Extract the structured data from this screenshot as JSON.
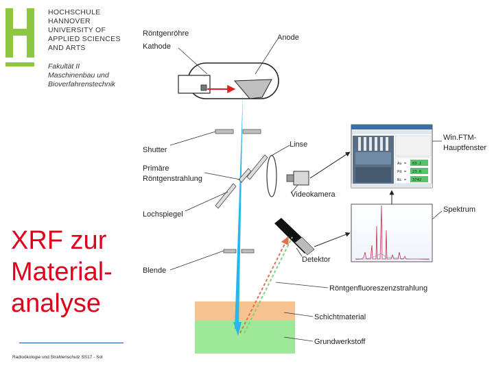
{
  "university": {
    "lines": [
      "HOCHSCHULE",
      "HANNOVER",
      "UNIVERSITY OF",
      "APPLIED SCIENCES",
      "AND ARTS"
    ],
    "faculty_lines": [
      "Fakultät II",
      "Maschinenbau und",
      "Bioverfahrenstechnik"
    ],
    "brand_color": "#8dc63f"
  },
  "slide": {
    "title_lines": [
      "XRF zur",
      "Material-",
      "analyse"
    ],
    "title_color": "#e0001b",
    "footer": "Radioökologie und Strahlenschutz SS17 - Sol"
  },
  "diagram": {
    "labels": {
      "roentgenroehre": "Röntgenröhre",
      "kathode": "Kathode",
      "anode": "Anode",
      "shutter": "Shutter",
      "primaere_1": "Primäre",
      "primaere_2": "Röntgenstrahlung",
      "linse": "Linse",
      "videokamera": "Videokamera",
      "winftm_1": "Win.FTM-",
      "winftm_2": "Hauptfenster",
      "spektrum": "Spektrum",
      "lochspiegel": "Lochspiegel",
      "detektor": "Detektor",
      "blende": "Blende",
      "fluoreszenz": "Röntgenfluoreszenzstrahlung",
      "schichtmaterial": "Schichtmaterial",
      "grundwerkstoff": "Grundwerkstoff"
    },
    "screen_readouts": [
      {
        "element": "Au =",
        "value": "83.2"
      },
      {
        "element": "Pd =",
        "value": "23.6"
      },
      {
        "element": "Ni =",
        "value": "3742"
      }
    ],
    "colors": {
      "beam": "#29b6e8",
      "coating": "#f5c290",
      "substrate": "#9ee89a",
      "electron_beam": "#e02020",
      "fluorescence_red": "#e07050",
      "fluorescence_green": "#7fd07f"
    }
  }
}
